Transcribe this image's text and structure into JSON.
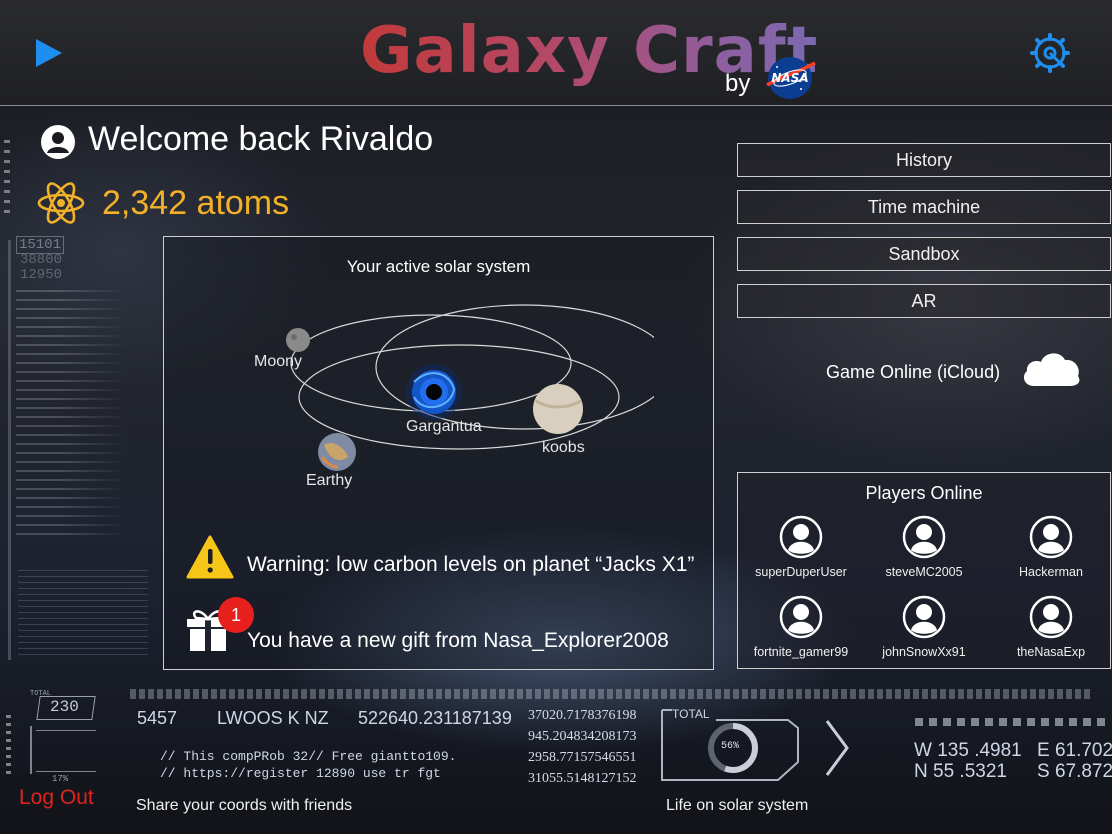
{
  "header": {
    "title": "Galaxy Craft",
    "by": "by",
    "logo_text": "NASA"
  },
  "user": {
    "welcome": "Welcome back Rivaldo",
    "atoms": "2,342 atoms"
  },
  "solar_system": {
    "title": "Your active solar system",
    "planets": [
      "Moony",
      "Gargantua",
      "koobs",
      "Earthy"
    ],
    "warning": "Warning: low carbon levels on planet “Jacks X1”",
    "gift": "You have a new gift from Nasa_Explorer2008",
    "gift_badge": "1"
  },
  "menu": {
    "items": [
      "History",
      "Time machine",
      "Sandbox",
      "AR"
    ]
  },
  "game_online": {
    "label": "Game Online (iCloud)"
  },
  "players": {
    "title": "Players Online",
    "list": [
      "superDuperUser",
      "steveMC2005",
      "Hackerman",
      "fortnite_gamer99",
      "johnSnowXx91",
      "theNasaExp"
    ]
  },
  "hud": {
    "counters": [
      "15101",
      "38800",
      "12950"
    ],
    "total_label": "TOTAL",
    "total_value": "230",
    "percent_small": "17%",
    "num1": "5457",
    "code1": "LWOOS K NZ",
    "num2": "522640.231187139",
    "coords_list": [
      "37020.7178376198",
      "945.204834208173",
      "2958.77157546551",
      "31055.5148127152"
    ],
    "code_line1": "// This compPRob 32// Free  giantto109.",
    "code_line2": "// https://register 12890 use tr fgt",
    "total2_label": "TOTAL",
    "ring_percent": "56%",
    "geo1": "W 135 .4981",
    "geo2": "N  55 .5321",
    "geo3": "E 61.702",
    "geo4": "S 67.872",
    "logout": "Log Out",
    "share": "Share your coords with friends",
    "life": "Life on solar system"
  },
  "colors": {
    "accent_blue": "#1e8ff0",
    "atoms_gold": "#f2b129",
    "logout_red": "#e0231c",
    "badge_red": "#e8201d",
    "warning_yellow": "#f5c518"
  },
  "icons": {
    "play": "play-icon",
    "settings": "gear-icon",
    "user": "user-icon",
    "atom": "atom-icon",
    "warning": "warning-icon",
    "gift": "gift-icon",
    "cloud": "cloud-icon",
    "player": "user-avatar-icon"
  }
}
